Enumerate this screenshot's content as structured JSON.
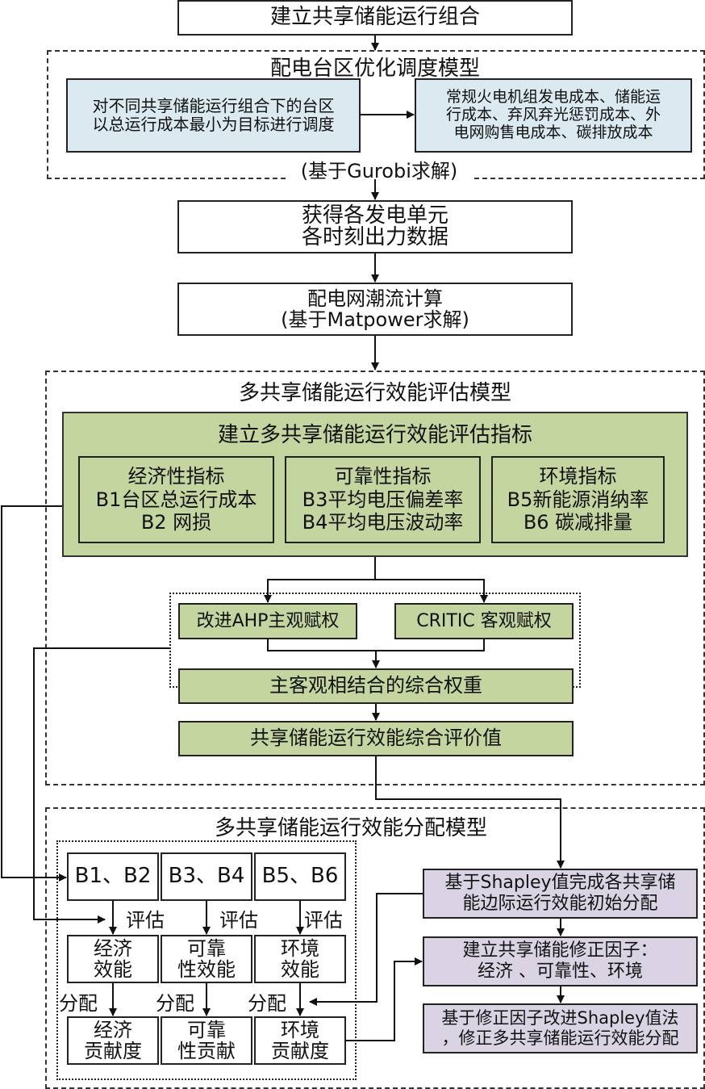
{
  "top": {
    "start_box": "建立共享储能运行组合"
  },
  "dispatch_model": {
    "title": "配电台区优化调度模型",
    "objective_lines": [
      "对不同共享储能运行组合下的台区",
      "以总运行成本最小为目标进行调度"
    ],
    "cost_lines": [
      "常规火电机组发电成本、储能运",
      "行成本、弃风弃光惩罚成本、外",
      "电网购售电成本、碳排放成本"
    ],
    "solver_note": "(基于Gurobi求解)"
  },
  "output_box": {
    "lines": [
      "获得各发电单元",
      "各时刻出力数据"
    ]
  },
  "powerflow_box": {
    "lines": [
      "配电网潮流计算",
      "(基于Matpower求解)"
    ]
  },
  "evaluation_model": {
    "title": "多共享储能运行效能评估模型",
    "indicator_panel_title": "建立多共享储能运行效能评估指标",
    "indicator_groups": [
      {
        "title": "经济性指标",
        "lines": [
          "B1台区总运行成本",
          "B2 网损"
        ]
      },
      {
        "title": "可靠性指标",
        "lines": [
          "B3平均电压偏差率",
          "B4平均电压波动率"
        ]
      },
      {
        "title": "环境指标",
        "lines": [
          "B5新能源消纳率",
          "B6 碳减排量"
        ]
      }
    ],
    "ahp_box": "改进AHP主观赋权",
    "critic_box": "CRITIC 客观赋权",
    "combined_weight_box": "主客观相结合的综合权重",
    "composite_value_box": "共享储能运行效能综合评价值"
  },
  "allocation_model": {
    "title": "多共享储能运行效能分配模型",
    "grid": {
      "indicator_row": [
        "B1、B2",
        "B3、B4",
        "B5、B6"
      ],
      "evaluate_label": "评估",
      "efficiency_row": [
        [
          "经济",
          "效能"
        ],
        [
          "可靠",
          "性效能"
        ],
        [
          "环境",
          "效能"
        ]
      ],
      "allocate_label": "分配",
      "contribution_row": [
        [
          "经济",
          "贡献度"
        ],
        [
          "可靠",
          "性贡献"
        ],
        [
          "环境",
          "贡献度"
        ]
      ]
    },
    "shapley_initial": [
      "基于Shapley值完成各共享储",
      "能边际运行效能初始分配"
    ],
    "correction_factor": [
      "建立共享储能修正因子：",
      "经济 、可靠性、环境"
    ],
    "improved_shapley": [
      "基于修正因子改进Shapley值法",
      "，修正多共享储能运行效能分配"
    ]
  },
  "colors": {
    "blue_fill": "#dbe9f0",
    "green_fill": "#c4d59f",
    "purple_fill": "#d9d3e3",
    "line": "#111111"
  }
}
